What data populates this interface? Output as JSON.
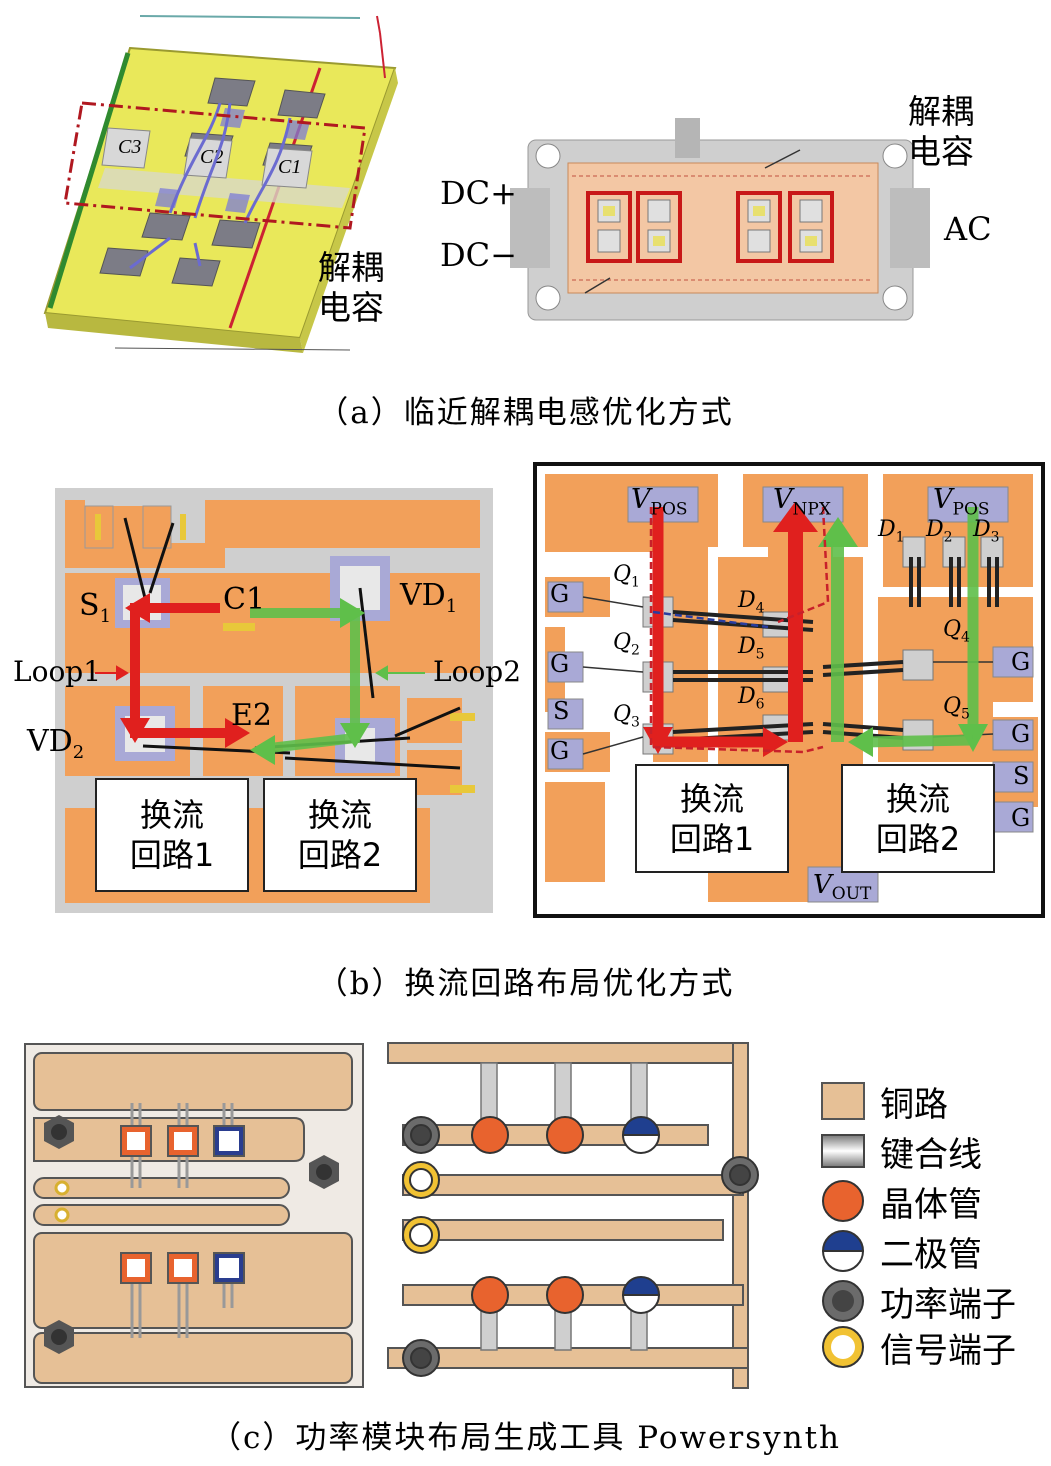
{
  "panel_a": {
    "left": {
      "caps": [
        "C3",
        "C2",
        "C1"
      ],
      "decap_label_line1": "解耦",
      "decap_label_line2": "电容"
    },
    "right": {
      "dc_plus": "DC+",
      "dc_minus": "DC−",
      "ac": "AC",
      "decap_label_line1": "解耦",
      "decap_label_line2": "电容"
    },
    "caption": "（a）临近解耦电感优化方式"
  },
  "panel_b": {
    "left": {
      "s1": "S",
      "s1_sub": "1",
      "c1": "C1",
      "vd1": "VD",
      "vd1_sub": "1",
      "loop1": "Loop1",
      "loop2": "Loop2",
      "vd2": "VD",
      "vd2_sub": "2",
      "e2": "E2",
      "box1_line1": "换流",
      "box1_line2": "回路1",
      "box2_line1": "换流",
      "box2_line2": "回路2"
    },
    "right": {
      "vpos": "V",
      "vpos_sub": "POS",
      "vnpx": "V",
      "vnpx_sub": "NPX",
      "vout": "V",
      "vout_sub": "OUT",
      "g": "G",
      "s": "S",
      "q1": "Q",
      "q1_sub": "1",
      "q2": "Q",
      "q2_sub": "2",
      "q3": "Q",
      "q3_sub": "3",
      "q4": "Q",
      "q4_sub": "4",
      "q5": "Q",
      "q5_sub": "5",
      "d1": "D",
      "d1_sub": "1",
      "d2": "D",
      "d2_sub": "2",
      "d3": "D",
      "d3_sub": "3",
      "d4": "D",
      "d4_sub": "4",
      "d5": "D",
      "d5_sub": "5",
      "d6": "D",
      "d6_sub": "6",
      "box1_line1": "换流",
      "box1_line2": "回路1",
      "box2_line1": "换流",
      "box2_line2": "回路2"
    },
    "caption": "（b）换流回路布局优化方式"
  },
  "panel_c": {
    "legend": [
      {
        "label": "铜路",
        "icon": "copper-trace-swatch"
      },
      {
        "label": "键合线",
        "icon": "bond-wire-swatch"
      },
      {
        "label": "晶体管",
        "icon": "transistor-circle"
      },
      {
        "label": "二极管",
        "icon": "diode-half-circle"
      },
      {
        "label": "功率端子",
        "icon": "power-terminal-circle"
      },
      {
        "label": "信号端子",
        "icon": "signal-terminal-ring"
      }
    ],
    "caption": "（c）功率模块布局生成工具 Powersynth"
  },
  "colors": {
    "copper_orange": "#f2a05a",
    "copper_light": "#e6c096",
    "red_arrow": "#e0201e",
    "green_arrow": "#5fbf4a",
    "pad_violet": "#a9a9d6",
    "transistor": "#e8632e",
    "diode_blue": "#1f3f8f",
    "yellow_substrate": "#e9e85a"
  }
}
